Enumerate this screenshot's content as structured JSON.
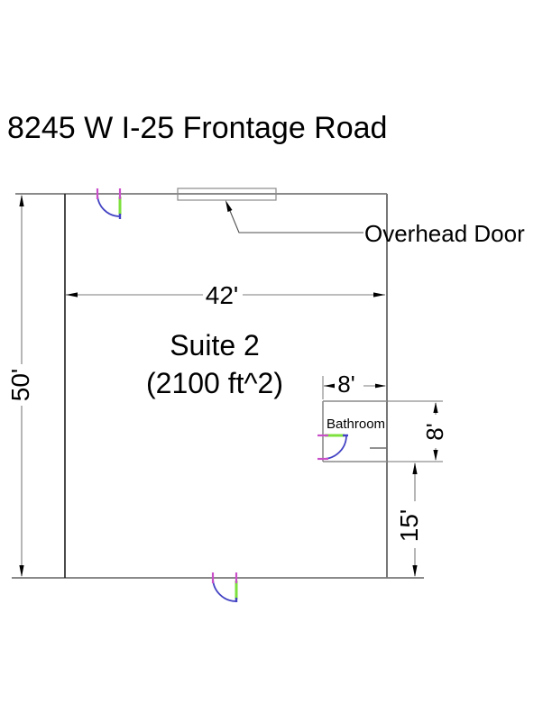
{
  "page": {
    "title": "8245 W I-25 Frontage Road"
  },
  "plan": {
    "suite": {
      "name": "Suite 2",
      "area": "(2100 ft^2)"
    },
    "labels": {
      "overhead_door": "Overhead Door",
      "bathroom": "Bathroom"
    },
    "dimensions": {
      "building_width": "42'",
      "building_depth": "50'",
      "bathroom_width": "8'",
      "bathroom_depth": "8'",
      "bathroom_offset": "15'"
    },
    "colors": {
      "wall": "#8a8a8a",
      "left_wall": "#1e1e1e",
      "right_wall": "#777777",
      "door_arc": "#4343c4",
      "door_leaf": "#7de03d",
      "door_hinge": "#c94fc9"
    }
  }
}
